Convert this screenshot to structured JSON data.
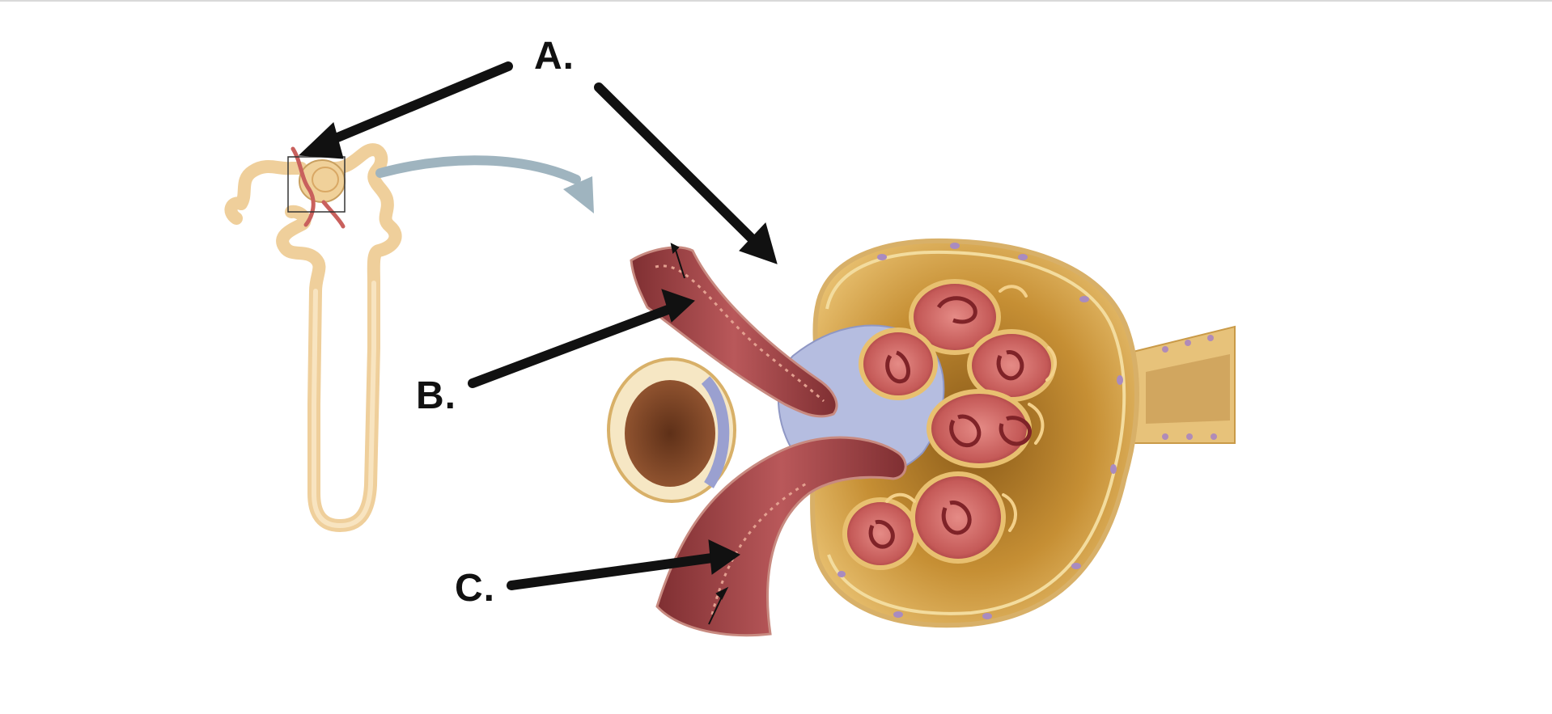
{
  "labels": {
    "a": "A.",
    "b": "B.",
    "c": "C."
  },
  "colors": {
    "tubule": "#f3d6a8",
    "tubule_edge": "#e0b77a",
    "capsule": "#d9a341",
    "capsule_inner": "#b07a24",
    "capillary": "#c9605d",
    "capillary_dark": "#8e2e31",
    "arteriole": "#a5494b",
    "mesangial": "#b5bde0",
    "zoom_arrow": "#9fb4bf",
    "pointer": "#111111"
  }
}
